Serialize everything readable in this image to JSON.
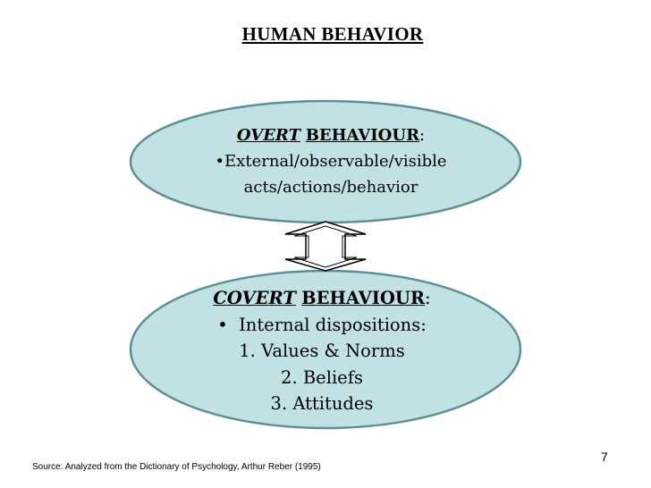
{
  "title": "HUMAN BEHAVIOR",
  "overt": {
    "heading_em": "OVERT",
    "heading_strong": "BEHAVIOUR",
    "heading_colon": ":",
    "lines": [
      "•External/observable/visible",
      "acts/actions/behavior"
    ]
  },
  "covert": {
    "heading_em": "COVERT",
    "heading_strong": "BEHAVIOUR",
    "heading_colon": ":",
    "lines": [
      "•  Internal dispositions:",
      "1. Values & Norms",
      "2. Beliefs",
      "3. Attitudes"
    ]
  },
  "source": "Source: Analyzed from the Dictionary of Psychology, Arthur Reber (1995)",
  "page_number": "7",
  "colors": {
    "ellipse_fill": "#c1e1e3",
    "ellipse_stroke": "#5e8e98",
    "arrow_fill": "#ffffff",
    "arrow_stroke": "#000000"
  }
}
